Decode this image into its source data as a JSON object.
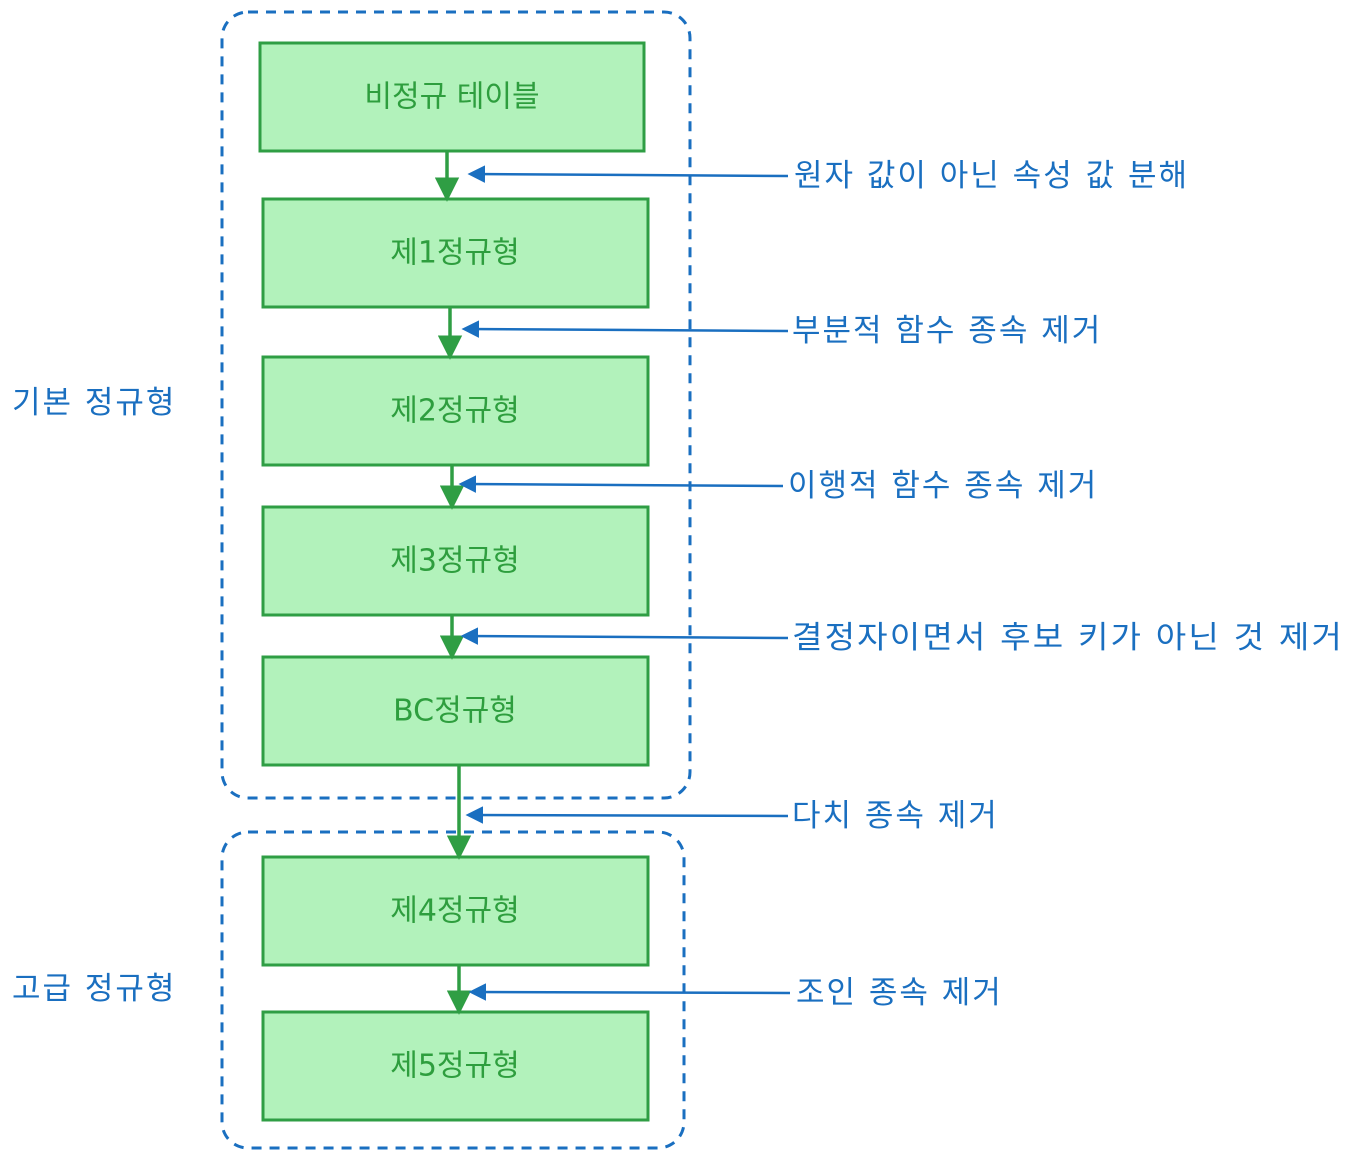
{
  "colors": {
    "box_fill": "#b2f2bb",
    "box_stroke": "#2f9e44",
    "box_text": "#2e9e3e",
    "blue": "#1a6fc0"
  },
  "groups": [
    {
      "label": "기본 정규형"
    },
    {
      "label": "고급 정규형"
    }
  ],
  "stages": [
    {
      "label": "비정규 테이블"
    },
    {
      "label": "제1정규형"
    },
    {
      "label": "제2정규형"
    },
    {
      "label": "제3정규형"
    },
    {
      "label": "BC정규형"
    },
    {
      "label": "제4정규형"
    },
    {
      "label": "제5정규형"
    }
  ],
  "transitions": [
    {
      "label": "원자 값이 아닌 속성 값 분해"
    },
    {
      "label": "부분적 함수 종속 제거"
    },
    {
      "label": "이행적 함수 종속 제거"
    },
    {
      "label": "결정자이면서 후보 키가 아닌 것 제거"
    },
    {
      "label": "다치 종속 제거"
    },
    {
      "label": "조인 종속 제거"
    }
  ]
}
